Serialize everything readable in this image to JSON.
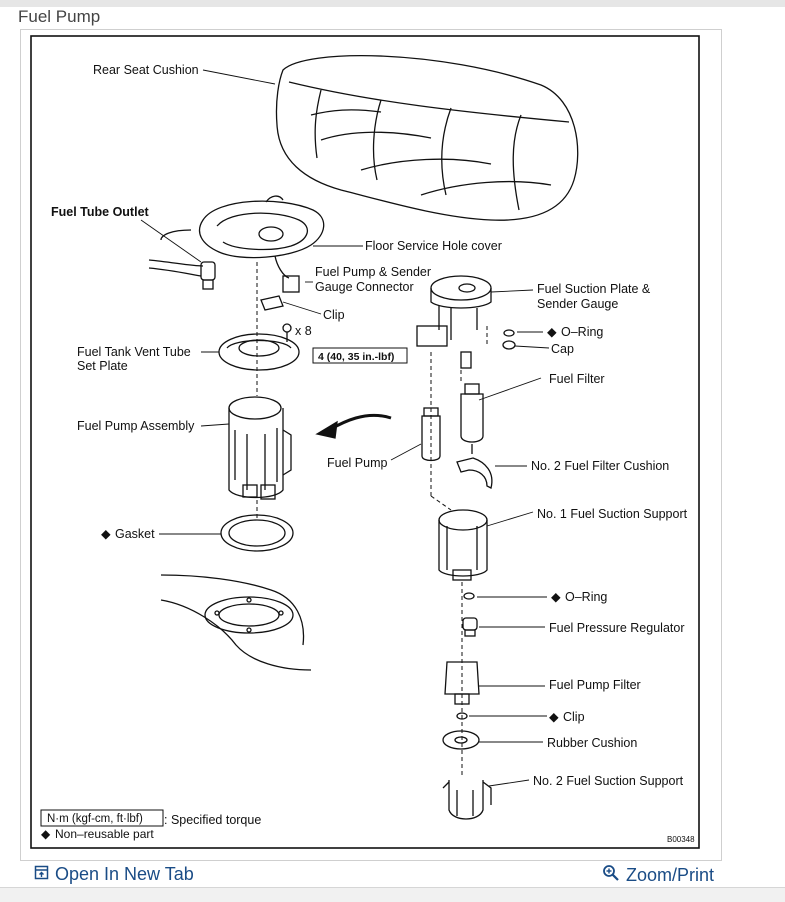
{
  "page": {
    "title": "Fuel Pump"
  },
  "diagram": {
    "labels": {
      "rear_seat_cushion": "Rear Seat Cushion",
      "fuel_tube_outlet": "Fuel Tube Outlet",
      "floor_service_hole_cover": "Floor Service Hole cover",
      "connector_line1": "Fuel Pump & Sender",
      "connector_line2": "Gauge Connector",
      "clip_top": "Clip",
      "x8": "x 8",
      "torque_spec": "4 (40, 35 in.-lbf)",
      "vent_tube_line1": "Fuel Tank Vent Tube",
      "vent_tube_line2": "Set Plate",
      "fuel_pump_assembly": "Fuel Pump Assembly",
      "gasket": "Gasket",
      "suction_plate_line1": "Fuel Suction Plate &",
      "suction_plate_line2": "Sender Gauge",
      "o_ring_top": "O–Ring",
      "cap": "Cap",
      "fuel_filter": "Fuel Filter",
      "fuel_pump": "Fuel Pump",
      "no2_fuel_filter_cushion": "No. 2 Fuel Filter Cushion",
      "no1_fuel_suction_support": "No. 1 Fuel Suction Support",
      "o_ring_mid": "O–Ring",
      "fuel_pressure_regulator": "Fuel Pressure Regulator",
      "fuel_pump_filter": "Fuel Pump Filter",
      "clip_bottom": "Clip",
      "rubber_cushion": "Rubber Cushion",
      "no2_fuel_suction_support": "No. 2 Fuel Suction Support"
    },
    "legend": {
      "torque_unit": "N·m (kgf-cm, ft·lbf)",
      "torque_desc": ": Specified torque",
      "non_reusable": "Non–reusable part"
    },
    "figure_code": "B00348",
    "diamond_glyph": "◆"
  },
  "actions": {
    "open_new_tab": "Open In New Tab",
    "zoom_print": "Zoom/Print"
  },
  "colors": {
    "link": "#1a4c86",
    "line": "#111111"
  },
  "icons": {
    "open": "open-in-new-tab-icon",
    "zoom": "magnifier-icon"
  }
}
